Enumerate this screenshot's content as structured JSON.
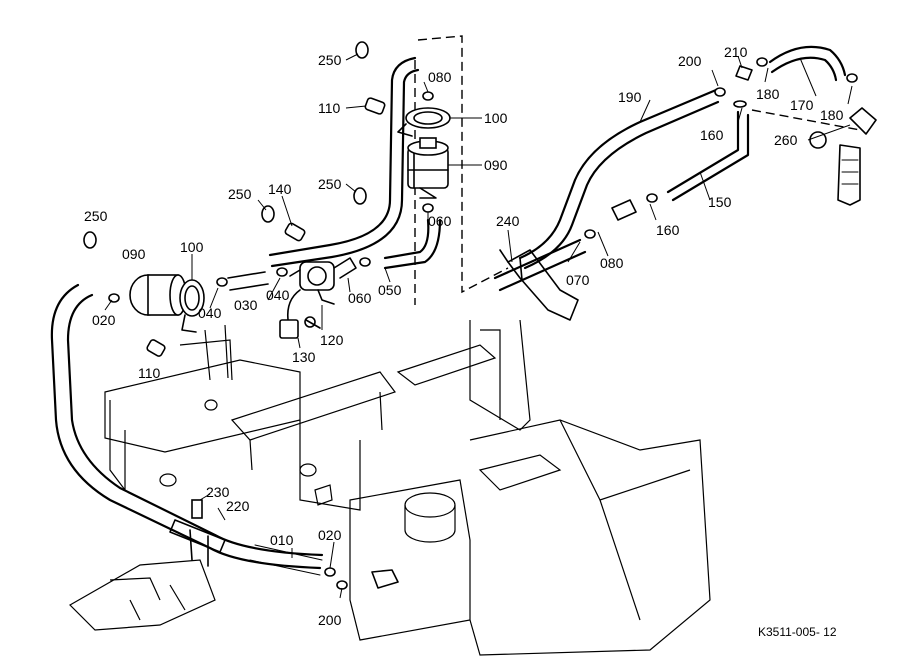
{
  "drawing_code": "K3511-005- 12",
  "callouts": [
    {
      "id": "c250a",
      "text": "250"
    },
    {
      "id": "c080a",
      "text": "080"
    },
    {
      "id": "c110a",
      "text": "110"
    },
    {
      "id": "c100a",
      "text": "100"
    },
    {
      "id": "c090a",
      "text": "090"
    },
    {
      "id": "c250b",
      "text": "250"
    },
    {
      "id": "c060a",
      "text": "060"
    },
    {
      "id": "c140",
      "text": "140"
    },
    {
      "id": "c250c",
      "text": "250"
    },
    {
      "id": "c250d",
      "text": "250"
    },
    {
      "id": "c090b",
      "text": "090"
    },
    {
      "id": "c100b",
      "text": "100"
    },
    {
      "id": "c020a",
      "text": "020"
    },
    {
      "id": "c040a",
      "text": "040"
    },
    {
      "id": "c030",
      "text": "030"
    },
    {
      "id": "c040b",
      "text": "040"
    },
    {
      "id": "c110b",
      "text": "110"
    },
    {
      "id": "c130",
      "text": "130"
    },
    {
      "id": "c120",
      "text": "120"
    },
    {
      "id": "c060b",
      "text": "060"
    },
    {
      "id": "c050",
      "text": "050"
    },
    {
      "id": "c240",
      "text": "240"
    },
    {
      "id": "c070",
      "text": "070"
    },
    {
      "id": "c080b",
      "text": "080"
    },
    {
      "id": "c160a",
      "text": "160"
    },
    {
      "id": "c150",
      "text": "150"
    },
    {
      "id": "c190",
      "text": "190"
    },
    {
      "id": "c200a",
      "text": "200"
    },
    {
      "id": "c210",
      "text": "210"
    },
    {
      "id": "c180a",
      "text": "180"
    },
    {
      "id": "c170",
      "text": "170"
    },
    {
      "id": "c180b",
      "text": "180"
    },
    {
      "id": "c160b",
      "text": "160"
    },
    {
      "id": "c260",
      "text": "260"
    },
    {
      "id": "c230",
      "text": "230"
    },
    {
      "id": "c220",
      "text": "220"
    },
    {
      "id": "c010",
      "text": "010"
    },
    {
      "id": "c020b",
      "text": "020"
    },
    {
      "id": "c200b",
      "text": "200"
    }
  ]
}
